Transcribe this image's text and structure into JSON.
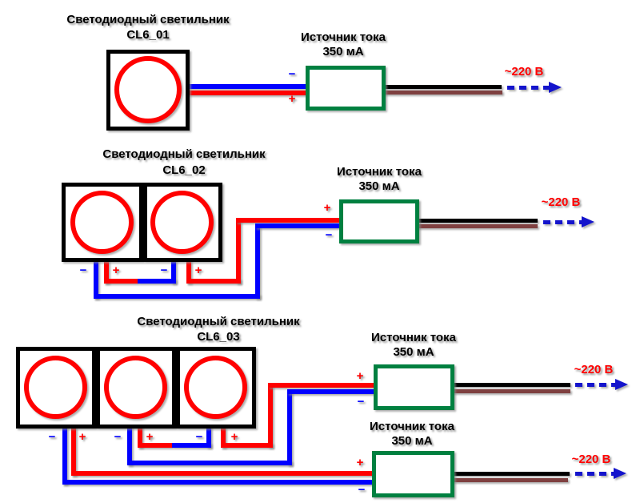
{
  "colors": {
    "wire_positive": "#ff0000",
    "wire_negative": "#0000ff",
    "wire_mains_phase": "#000000",
    "wire_mains_neutral": "#7f4040",
    "source_box_border": "#008040",
    "lamp_box_border": "#000000",
    "led_ring": "#ff0000",
    "voltage_label": "#ff0000",
    "arrow": "#1414cc",
    "text": "#000000"
  },
  "sym": {
    "plus": "+",
    "minus": "−"
  },
  "sections": [
    {
      "title": "Светодиодный светильник",
      "subtitle": "CL6_01",
      "lamp_count": 1,
      "sources": [
        {
          "title": "Источник тока",
          "current": "350 мА",
          "voltage": "~220 В"
        }
      ]
    },
    {
      "title": "Светодиодный светильник",
      "subtitle": "CL6_02",
      "lamp_count": 2,
      "sources": [
        {
          "title": "Источник тока",
          "current": "350 мА",
          "voltage": "~220 В"
        }
      ]
    },
    {
      "title": "Светодиодный светильник",
      "subtitle": "CL6_03",
      "lamp_count": 3,
      "sources": [
        {
          "title": "Источник тока",
          "current": "350 мА",
          "voltage": "~220 В"
        },
        {
          "title": "Источник тока",
          "current": "350 мА",
          "voltage": "~220 В"
        }
      ]
    }
  ]
}
